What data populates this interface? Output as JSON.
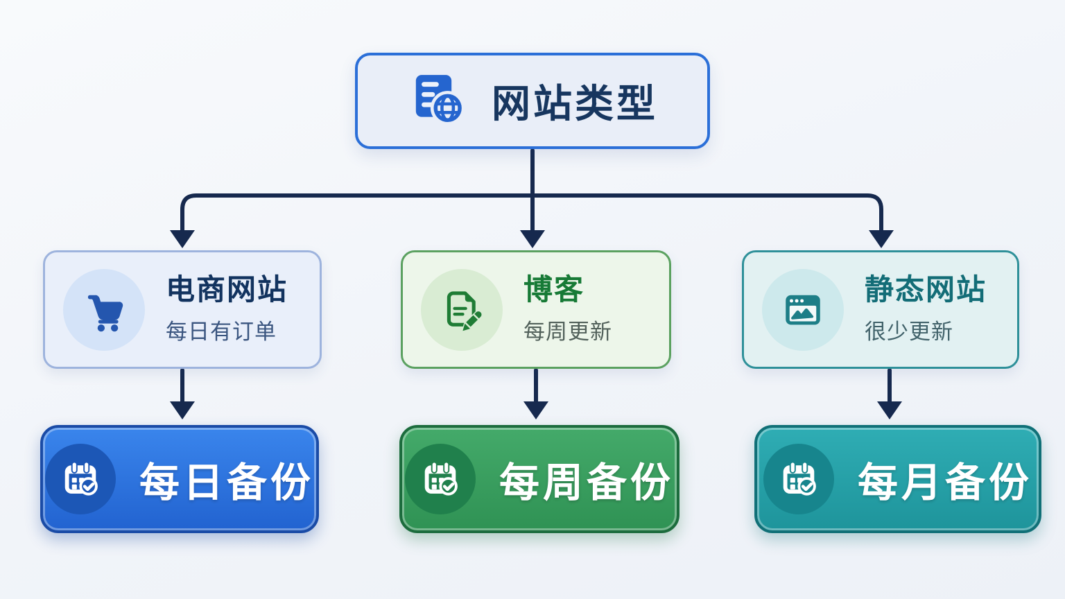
{
  "root": {
    "label": "网站类型",
    "icon": "server-globe-icon",
    "accent": "#2b6fd8"
  },
  "branches": [
    {
      "id": "ecommerce",
      "title": "电商网站",
      "subtitle": "每日有订单",
      "icon": "shopping-cart-icon",
      "accent": "#2b6fd8",
      "backup": {
        "label": "每日备份",
        "icon": "calendar-check-icon",
        "color": "#2263d0"
      }
    },
    {
      "id": "blog",
      "title": "博客",
      "subtitle": "每周更新",
      "icon": "document-pencil-icon",
      "accent": "#3f9f63",
      "backup": {
        "label": "每周备份",
        "icon": "calendar-check-icon",
        "color": "#2f9254"
      }
    },
    {
      "id": "static-site",
      "title": "静态网站",
      "subtitle": "很少更新",
      "icon": "browser-image-icon",
      "accent": "#28a0a8",
      "backup": {
        "label": "每月备份",
        "icon": "calendar-check-icon",
        "color": "#1e949b"
      }
    }
  ],
  "connector_color": "#16294e"
}
